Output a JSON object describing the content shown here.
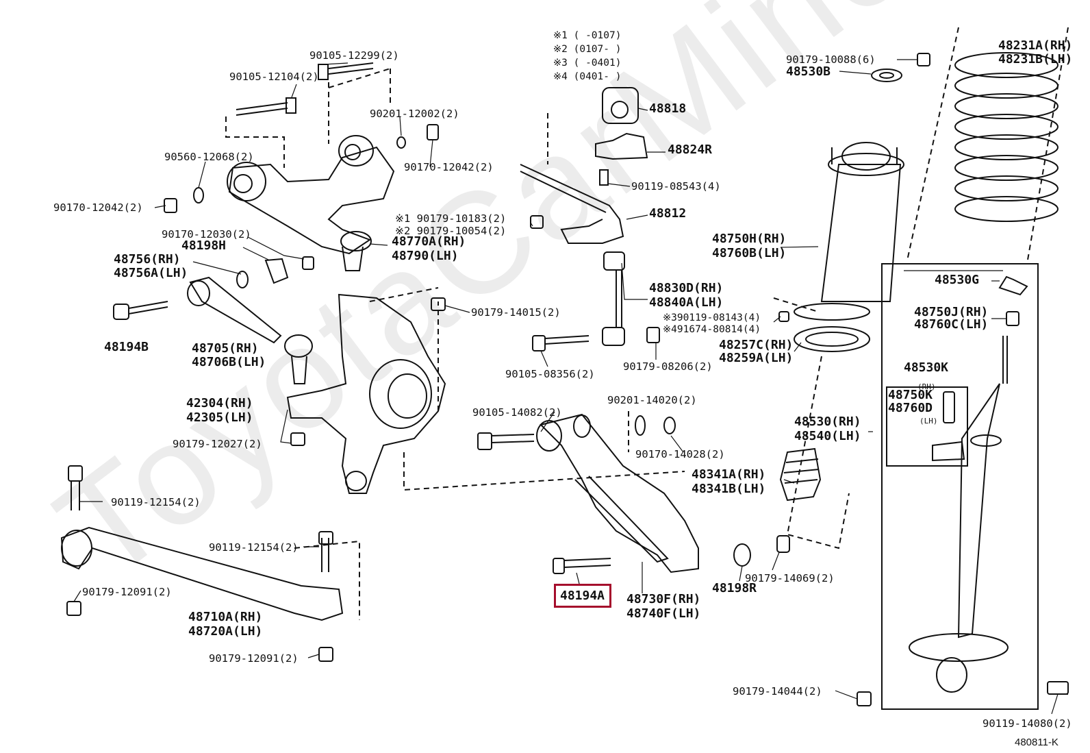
{
  "watermark": "ToyotaCarMine.ru",
  "diagram_code": "480811-K",
  "highlighted_part": "48194A",
  "notes": [
    "※1 (     -0107)",
    "※2 (0107-     )",
    "※3 (     -0401)",
    "※4 (0401-     )"
  ],
  "labels": {
    "p90105_12299": "90105-12299(2)",
    "p90105_12104": "90105-12104(2)",
    "p90201_12002": "90201-12002(2)",
    "p90560_12068": "90560-12068(2)",
    "p90170_12042a": "90170-12042(2)",
    "p90170_12042b": "90170-12042(2)",
    "p90179_10183": "※1 90179-10183(2)",
    "p90179_10054": "※2 90179-10054(2)",
    "p90170_12030": "90170-12030(2)",
    "p48198H": "48198H",
    "p48770A": "48770A(RH)",
    "p48790": "48790(LH)",
    "p48756": "48756(RH)",
    "p48756A": "48756A(LH)",
    "p48194B": "48194B",
    "p48705": "48705(RH)",
    "p48706B": "48706B(LH)",
    "p42304": "42304(RH)",
    "p42305": "42305(LH)",
    "p90179_12027": "90179-12027(2)",
    "p90119_12154a": "90119-12154(2)",
    "p90119_12154b": "90119-12154(2)",
    "p90179_12091a": "90179-12091(2)",
    "p90179_12091b": "90179-12091(2)",
    "p48710A": "48710A(RH)",
    "p48720A": "48720A(LH)",
    "p48818": "48818",
    "p48824R": "48824R",
    "p90119_08543": "90119-08543(4)",
    "p48812": "48812",
    "p90179_14015": "90179-14015(2)",
    "p48830D": "48830D(RH)",
    "p48840A": "48840A(LH)",
    "p90105_08356": "90105-08356(2)",
    "p90179_08206": "90179-08206(2)",
    "p90119_08143": "※390119-08143(4)",
    "p91674_80814": "※491674-80814(4)",
    "p90201_14020": "90201-14020(2)",
    "p90105_14082": "90105-14082(2)",
    "p90170_14028": "90170-14028(2)",
    "p48341A": "48341A(RH)",
    "p48341B": "48341B(LH)",
    "p48730F": "48730F(RH)",
    "p48740F": "48740F(LH)",
    "p48198R": "48198R",
    "p90179_14069": "90179-14069(2)",
    "p90179_14044": "90179-14044(2)",
    "p90119_14080": "90119-14080(2)",
    "p90179_10088": "90179-10088(6)",
    "p48530B": "48530B",
    "p48231A": "48231A(RH)",
    "p48231B": "48231B(LH)",
    "p48750H": "48750H(RH)",
    "p48760B": "48760B(LH)",
    "p48530G": "48530G",
    "p48750J": "48750J(RH)",
    "p48760C": "48760C(LH)",
    "p48257C": "48257C(RH)",
    "p48259A": "48259A(LH)",
    "p48530K": "48530K",
    "p48530": "48530(RH)",
    "p48540": "48540(LH)",
    "p48750K": "48750K",
    "p48760D": "48760D",
    "sub_rh": "(RH)",
    "sub_lh": "(LH)"
  }
}
